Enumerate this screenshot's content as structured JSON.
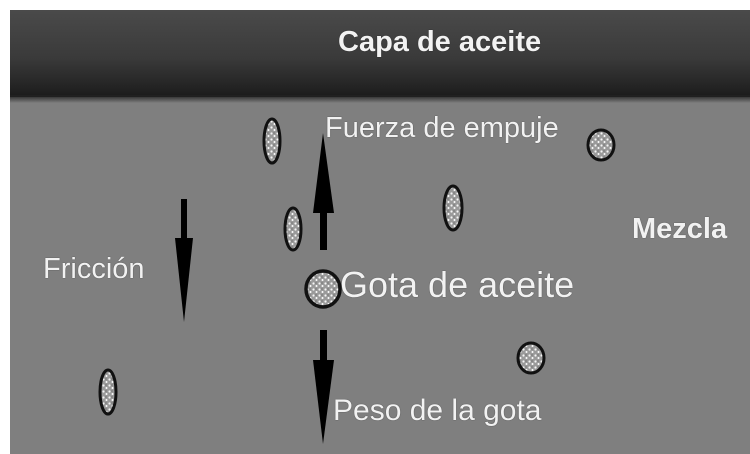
{
  "labels": {
    "oil_layer": "Capa de aceite",
    "mixture": "Mezcla",
    "buoyancy": "Fuerza de empuje",
    "friction": "Fricción",
    "oil_drop": "Gota de aceite",
    "drop_weight": "Peso de la gota"
  },
  "colors": {
    "mixture_background": "#7f7f7f",
    "oil_layer": "#2e2e2e",
    "text": "#f2f2f2",
    "arrow": "#000000",
    "droplet_fill": "#d9d9d9",
    "droplet_outline": "#111111"
  }
}
